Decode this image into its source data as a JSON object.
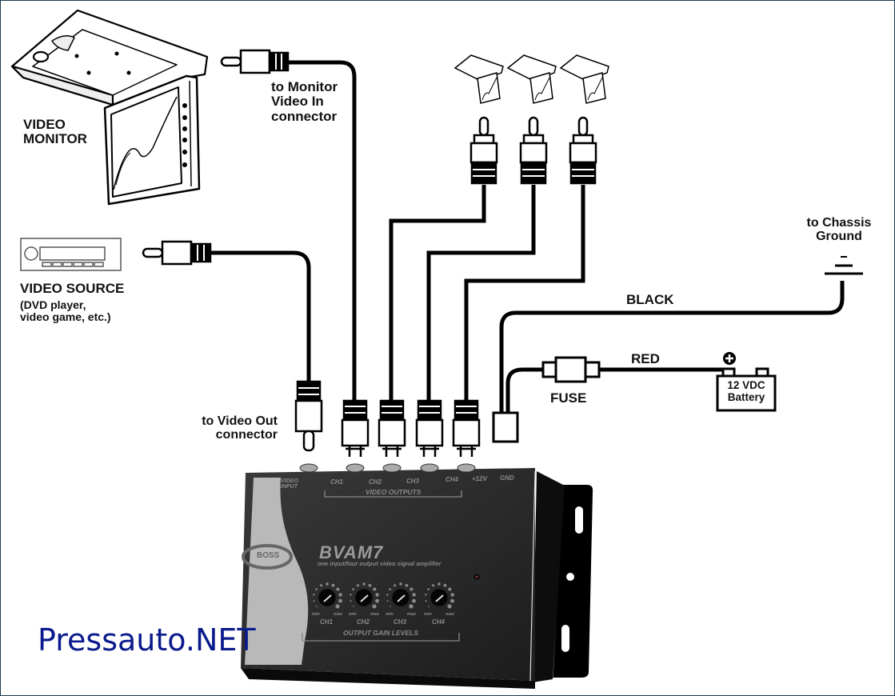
{
  "title": "BOSS BVAM7 video signal amplifier wiring diagram",
  "labels": {
    "video_monitor": [
      "VIDEO",
      "MONITOR"
    ],
    "to_monitor": [
      "to Monitor",
      "Video In",
      "connector"
    ],
    "video_source": "VIDEO SOURCE",
    "video_source_sub": [
      "(DVD player,",
      "video game, etc.)"
    ],
    "to_video_out": [
      "to Video Out",
      "connector"
    ],
    "to_chassis": [
      "to Chassis",
      "Ground"
    ],
    "black_wire": "BLACK",
    "red_wire": "RED",
    "fuse": "FUSE",
    "battery": [
      "12 VDC",
      "Battery"
    ],
    "battery_polarity": "+",
    "ground_polarity": "–"
  },
  "device": {
    "brand": "BOSS",
    "model": "BVAM7",
    "tagline": "one input/four output video signal amplifier",
    "input_label": [
      "VIDEO",
      "INPUT"
    ],
    "output_channels": [
      "CH1",
      "CH2",
      "CH3",
      "CH4"
    ],
    "power_labels": [
      "+12V",
      "GND"
    ],
    "outputs_group": "VIDEO OUTPUTS",
    "gain_group": "OUTPUT GAIN LEVELS",
    "knob_min": "min",
    "knob_max": "max",
    "knob_channels": [
      "CH1",
      "CH2",
      "CH3",
      "CH4"
    ]
  },
  "extra_monitors_count": 3,
  "colors": {
    "ink": "#000000",
    "device_body": "#2b2b2b",
    "device_panel": "#b9b9b9",
    "watermark": "#0a1a8c"
  },
  "watermark": "Pressauto.NET"
}
